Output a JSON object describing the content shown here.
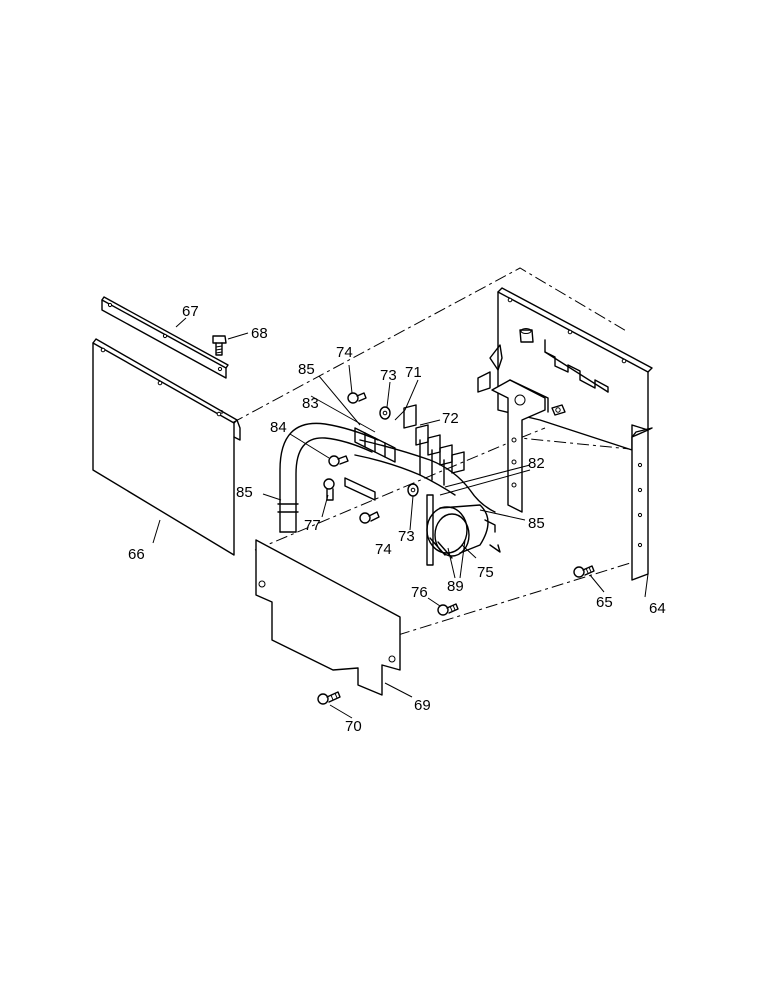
{
  "callouts": {
    "c64": "64",
    "c65": "65",
    "c66": "66",
    "c67": "67",
    "c68": "68",
    "c69": "69",
    "c70": "70",
    "c71": "71",
    "c72": "72",
    "c73a": "73",
    "c73b": "73",
    "c74a": "74",
    "c74b": "74",
    "c75": "75",
    "c76": "76",
    "c77": "77",
    "c82": "82",
    "c83": "83",
    "c84": "84",
    "c85a": "85",
    "c85b": "85",
    "c85c": "85",
    "c89": "89"
  }
}
